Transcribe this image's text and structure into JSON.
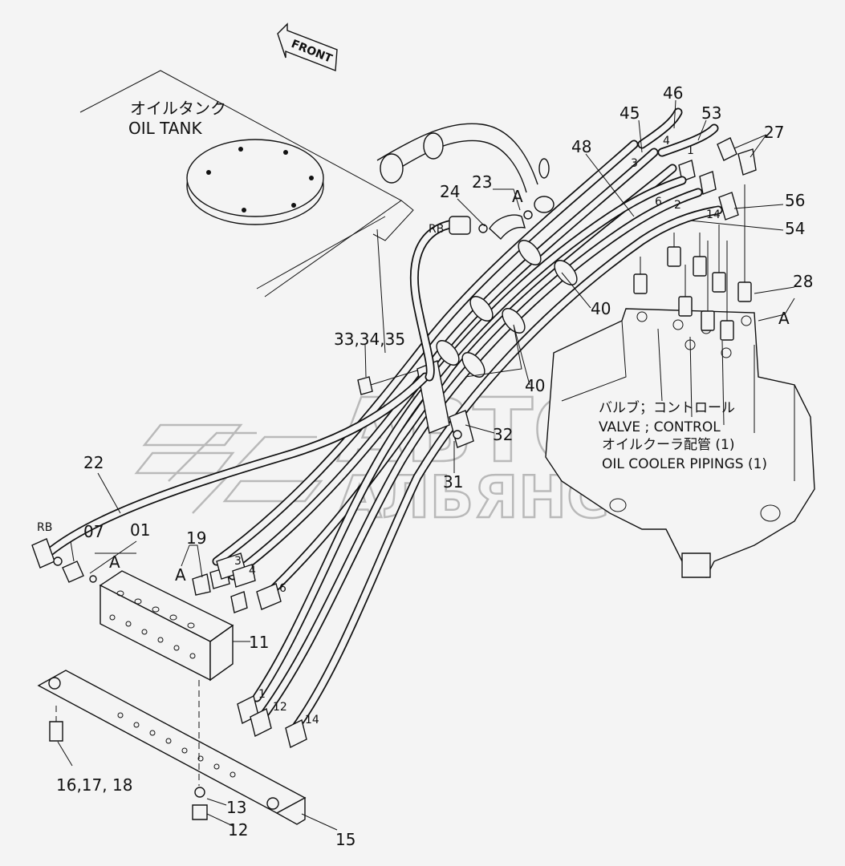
{
  "front_label": "FRONT",
  "oil_tank": {
    "jp": "オイルタンク",
    "en": "OIL TANK"
  },
  "valve_note": {
    "jp1": "バルブ；コントロール",
    "en1": "VALVE ; CONTROL",
    "jp2": "オイルクーラ配管 (1)",
    "en2": "OIL COOLER PIPINGS (1)"
  },
  "watermark": {
    "line1": "АВТО",
    "line2": "АЛЬЯНС"
  },
  "callouts": {
    "p45": "45",
    "p46": "46",
    "p53": "53",
    "p27": "27",
    "p48": "48",
    "p24": "24",
    "p23": "23",
    "p56": "56",
    "p54": "54",
    "p28": "28",
    "p40a": "40",
    "p40b": "40",
    "p33": "33,34,35",
    "p32": "32",
    "p31": "31",
    "p22": "22",
    "p07": "07",
    "p01": "01",
    "p19": "19",
    "p11": "11",
    "p16": "16,17, 18",
    "p13": "13",
    "p12": "12",
    "p15": "15"
  },
  "markers": {
    "rb1": "RB",
    "rb2": "RB",
    "a1": "A",
    "a2": "A",
    "a3": "A",
    "a4": "A",
    "h3": "3",
    "h4": "4",
    "h6": "6",
    "h12": "12",
    "h14": "14",
    "h11": "1",
    "v3": "3",
    "v4": "4",
    "v1": "1",
    "v6": "6",
    "v2": "2",
    "v14": "14"
  }
}
